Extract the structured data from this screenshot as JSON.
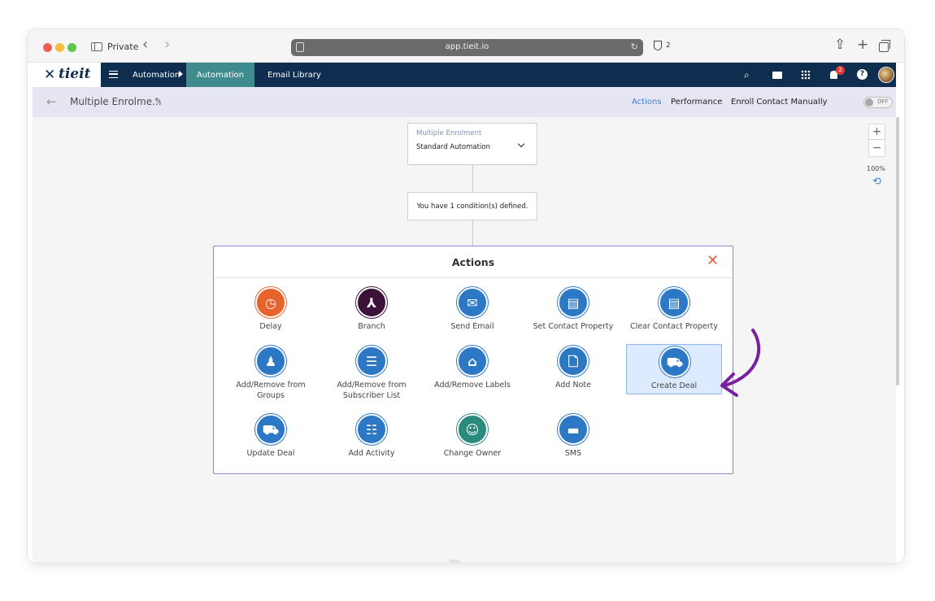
{
  "browser": {
    "private_label": "Private",
    "url": "app.tieit.io",
    "shield_count": "2"
  },
  "app": {
    "logo_text": "tieit",
    "breadcrumb": "Automation",
    "active_tab": "Automation",
    "email_tab": "Email Library",
    "notification_count": "2",
    "help_label": "?"
  },
  "subheader": {
    "title": "Multiple Enrolme...",
    "links": {
      "actions": "Actions",
      "performance": "Performance",
      "enroll": "Enroll Contact Manually"
    },
    "toggle_label": "OFF"
  },
  "canvas": {
    "trigger": {
      "name": "Multiple Enrolment",
      "type": "Standard Automation"
    },
    "condition_text": "You have 1 condition(s) defined.",
    "zoom_level": "100%"
  },
  "modal": {
    "title": "Actions",
    "actions": [
      {
        "label": "Delay",
        "icon": "delay-icon",
        "color": "#e8622e"
      },
      {
        "label": "Branch",
        "icon": "branch-icon",
        "color": "#3d1238"
      },
      {
        "label": "Send Email",
        "icon": "email-icon",
        "color": "#2d78c5"
      },
      {
        "label": "Set Contact Property",
        "icon": "contact-card-icon",
        "color": "#2d78c5"
      },
      {
        "label": "Clear Contact Property",
        "icon": "contact-card-clear-icon",
        "color": "#2d78c5"
      },
      {
        "label": "Add/Remove from Groups",
        "icon": "group-icon",
        "color": "#2d78c5"
      },
      {
        "label": "Add/Remove from Subscriber List",
        "icon": "list-icon",
        "color": "#2d78c5"
      },
      {
        "label": "Add/Remove Labels",
        "icon": "label-icon",
        "color": "#2d78c5"
      },
      {
        "label": "Add Note",
        "icon": "note-icon",
        "color": "#2d78c5"
      },
      {
        "label": "Create Deal",
        "icon": "briefcase-icon",
        "color": "#2d78c5",
        "selected": true
      },
      {
        "label": "Update Deal",
        "icon": "briefcase-update-icon",
        "color": "#2d78c5"
      },
      {
        "label": "Add Activity",
        "icon": "activity-icon",
        "color": "#2d78c5"
      },
      {
        "label": "Change Owner",
        "icon": "owner-icon",
        "color": "#2a8a7c"
      },
      {
        "label": "SMS",
        "icon": "sms-icon",
        "color": "#2d78c5"
      }
    ]
  },
  "colors": {
    "header": "#0f2d4f",
    "active_tab": "#3f8b8d",
    "accent": "#3c7fd1",
    "annotation_arrow": "#7b1fa2"
  }
}
